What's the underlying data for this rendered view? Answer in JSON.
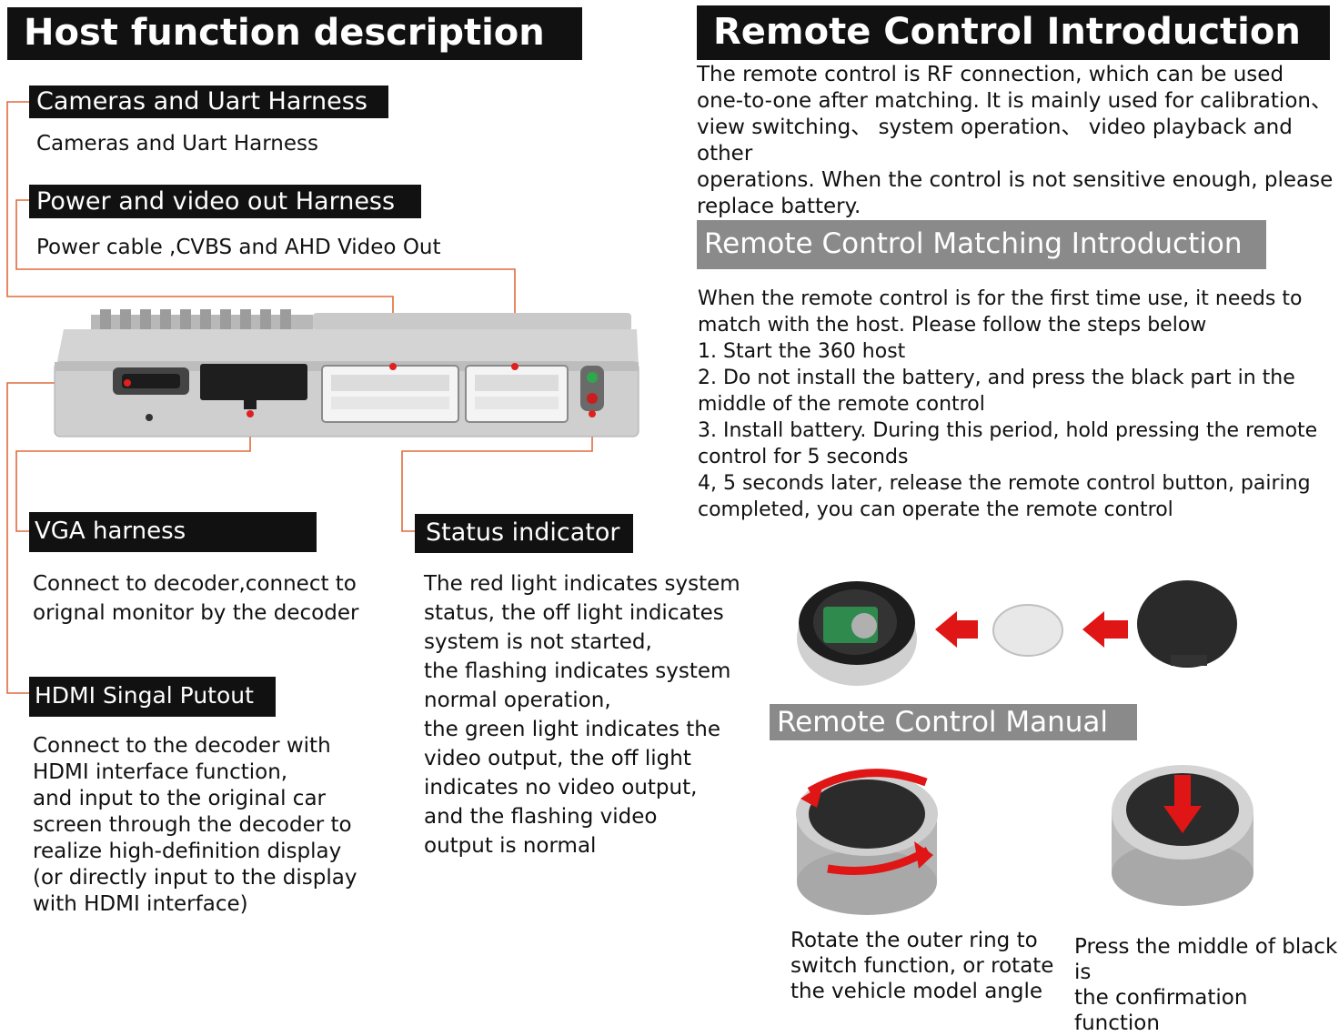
{
  "left": {
    "title": "Host function description",
    "sections": {
      "cameras": {
        "heading": "Cameras and Uart Harness",
        "text": "Cameras and Uart Harness"
      },
      "power": {
        "heading": "Power and video out Harness",
        "text": "Power cable ,CVBS and AHD Video Out"
      },
      "vga": {
        "heading": "VGA harness",
        "text": "Connect to decoder,connect to\norignal monitor by the decoder"
      },
      "hdmi": {
        "heading": "HDMI Singal Putout",
        "text": "Connect to the decoder with\nHDMI interface function,\nand input to the original car\nscreen through the decoder to\n realize high-definition display\n (or directly input to the display\nwith HDMI interface)"
      },
      "status": {
        "heading": "Status indicator",
        "text": "The red light indicates system\nstatus, the off light indicates\nsystem is not started,\nthe flashing indicates system\n normal operation,\nthe green light indicates the\nvideo output, the off light\nindicates no video output,\nand the flashing video\noutput is normal"
      }
    }
  },
  "right": {
    "title": "Remote Control Introduction",
    "intro": "The remote control is RF connection, which can be used\none-to-one after matching. It is mainly used for calibration、\nview switching、 system operation、 video playback and other\noperations. When the control is not sensitive enough, please\nreplace battery.",
    "matching": {
      "heading": "Remote Control Matching Introduction",
      "text": "When the remote control is for the first time use, it needs to\nmatch with the host. Please follow the steps below\n1. Start the 360 host\n2. Do not install the battery, and press the black part in the\nmiddle of the remote control\n3. Install battery. During this period, hold pressing the remote\ncontrol for 5 seconds\n4, 5 seconds later, release the remote control button, pairing\ncompleted, you can operate the remote control"
    },
    "manual": {
      "heading": "Remote Control Manual",
      "rotate_caption": "Rotate the outer ring to\nswitch function, or rotate\nthe vehicle model angle",
      "press_caption": "Press the middle of black is\nthe confirmation function"
    }
  },
  "colors": {
    "leader_line": "#e06a3c",
    "banner": "#111111",
    "gray_banner": "#8a8a8a",
    "arrow_red": "#e01515"
  }
}
